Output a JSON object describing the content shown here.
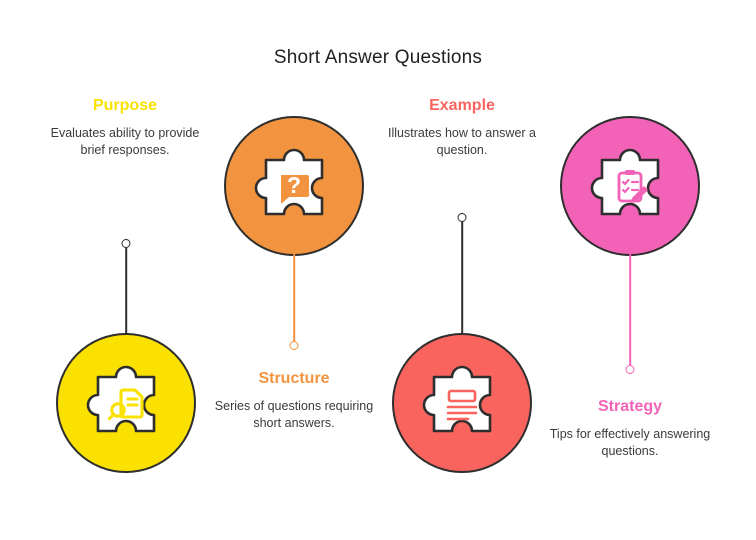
{
  "title": "Short Answer Questions",
  "colors": {
    "yellow": "#FAE100",
    "orange": "#F2943F",
    "coral": "#F9645F",
    "pink": "#F263B8",
    "outline": "#2e2e2e",
    "text": "#3b3b3b",
    "background": "#ffffff"
  },
  "sections": [
    {
      "key": "purpose",
      "heading": "Purpose",
      "description": "Evaluates ability to provide brief responses.",
      "color": "#FAE100",
      "icon": "document-search-icon",
      "position": "text-top-circle-bottom",
      "connector_color": "#2e2e2e"
    },
    {
      "key": "structure",
      "heading": "Structure",
      "description": "Series of questions requiring short answers.",
      "color": "#F2943F",
      "icon": "question-speech-bubble-icon",
      "position": "circle-top-text-bottom",
      "connector_color": "#F2943F"
    },
    {
      "key": "example",
      "heading": "Example",
      "description": "Illustrates how to answer a question.",
      "color": "#F9645F",
      "icon": "form-lines-icon",
      "position": "text-top-circle-bottom",
      "connector_color": "#2e2e2e"
    },
    {
      "key": "strategy",
      "heading": "Strategy",
      "description": "Tips for effectively answering questions.",
      "color": "#F263B8",
      "icon": "clipboard-checklist-pencil-icon",
      "position": "circle-top-text-bottom",
      "connector_color": "#F263B8"
    }
  ]
}
